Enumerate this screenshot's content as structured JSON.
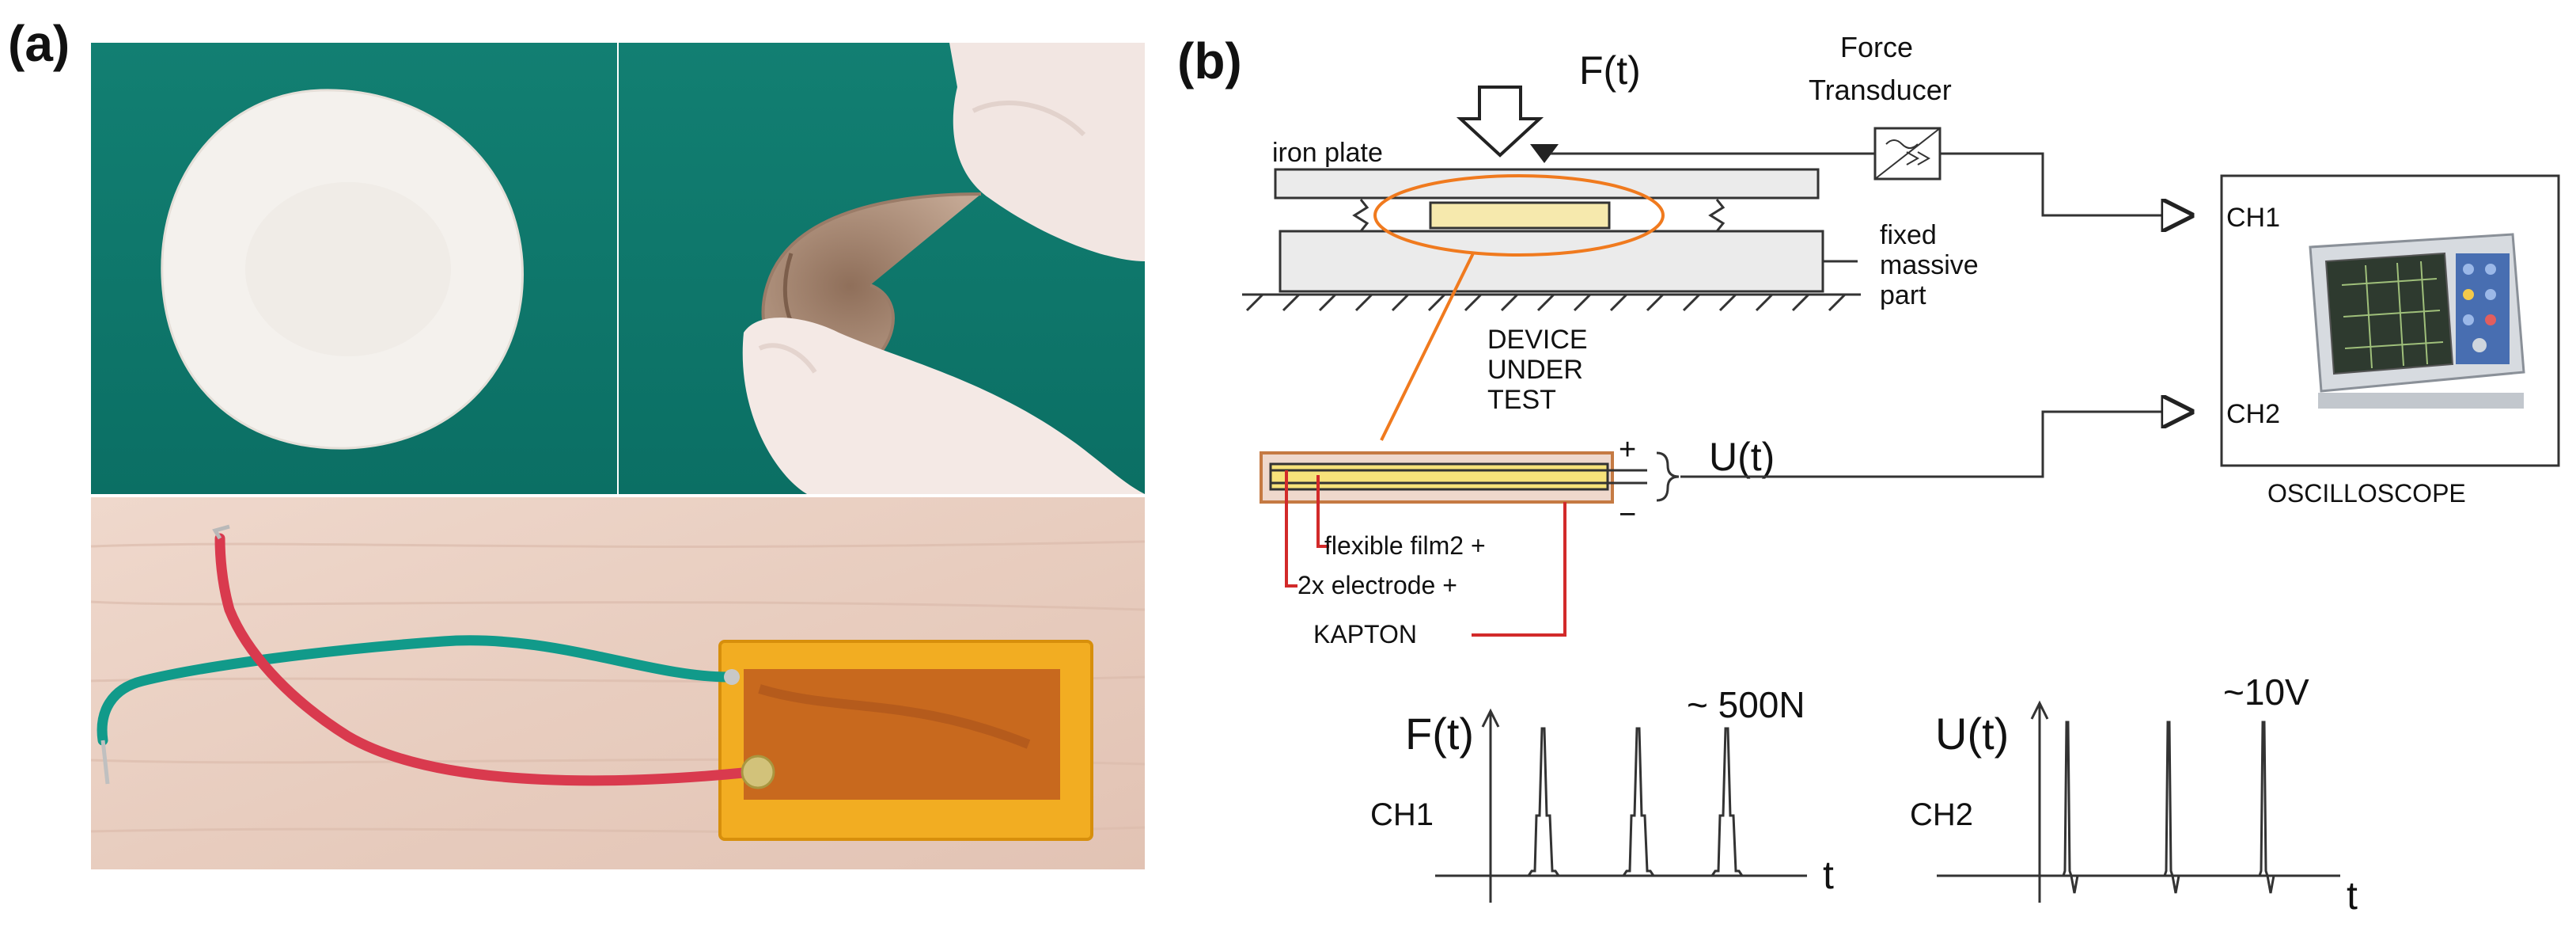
{
  "panels": {
    "a": "(a)",
    "b": "(b)"
  },
  "setup": {
    "force_label": "F(t)",
    "transducer_line1": "Force",
    "transducer_line2": "Transducer",
    "iron_plate": "iron plate",
    "fixed_line1": "fixed",
    "fixed_line2": "massive",
    "fixed_line3": "part",
    "dut_line1": "DEVICE",
    "dut_line2": "UNDER",
    "dut_line3": "TEST",
    "voltage_label": "U(t)",
    "plus": "+",
    "minus": "−",
    "layer_line1": "flexible film2 +",
    "layer_line2": "2x electrode +",
    "layer_line3": "KAPTON"
  },
  "oscilloscope": {
    "ch1": "CH1",
    "ch2": "CH2",
    "label": "OSCILLOSCOPE"
  },
  "waveforms": {
    "force": {
      "y_label": "F(t)",
      "channel": "CH1",
      "amplitude": "~ 500N",
      "x_label": "t"
    },
    "voltage": {
      "y_label": "U(t)",
      "channel": "CH2",
      "amplitude": "~10V",
      "x_label": "t"
    }
  },
  "colors": {
    "background_teal": "#0e7a6e",
    "disc_white": "#f3efea",
    "finger_skin": "#f1e4e0",
    "curled_film": "#a88a73",
    "wood": "#ecd3c7",
    "kapton": "#f0a91c",
    "electrode": "#c46a20",
    "wire_green": "#119a8a",
    "wire_red": "#d93a4e",
    "device_yellow": "#f6e9ad",
    "highlight_orange": "#f07a1e",
    "annotation_red": "#d22a2a"
  }
}
